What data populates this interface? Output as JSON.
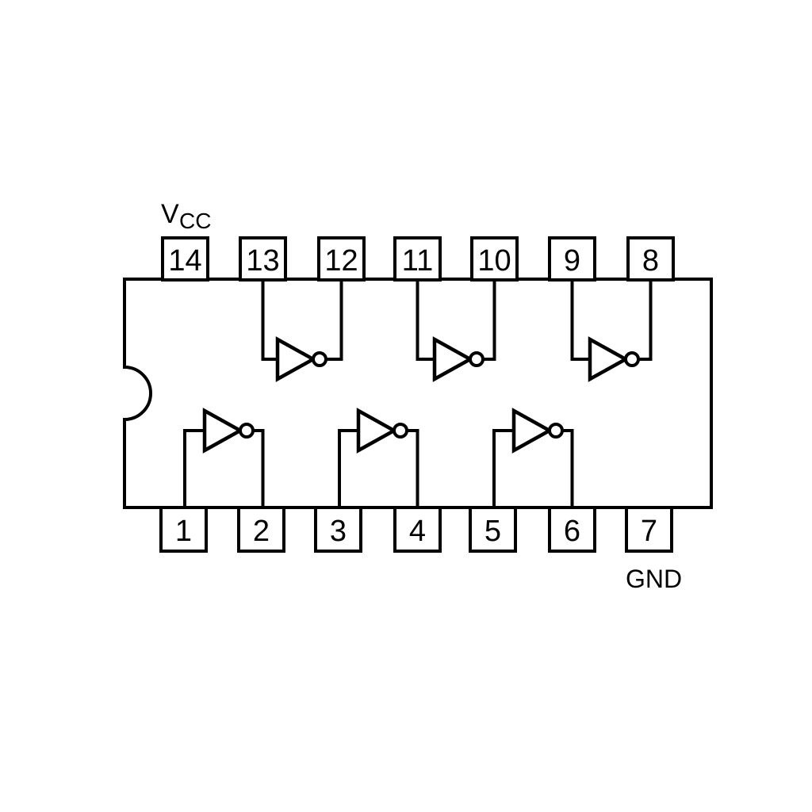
{
  "diagram": {
    "type": "ic-pinout",
    "package": "14-pin dual-in-line, notch on left side",
    "colors": {
      "stroke": "#000000",
      "background": "#ffffff"
    },
    "power_labels": {
      "vcc_letter": "V",
      "vcc_subscript": "CC",
      "gnd": "GND"
    },
    "pins": {
      "top": [
        "14",
        "13",
        "12",
        "11",
        "10",
        "9",
        "8"
      ],
      "bottom": [
        "1",
        "2",
        "3",
        "4",
        "5",
        "6",
        "7"
      ]
    },
    "gates": [
      {
        "gate_type": "inverter",
        "row": "top",
        "input_pin": "13",
        "output_pin": "12"
      },
      {
        "gate_type": "inverter",
        "row": "top",
        "input_pin": "11",
        "output_pin": "10"
      },
      {
        "gate_type": "inverter",
        "row": "top",
        "input_pin": "9",
        "output_pin": "8"
      },
      {
        "gate_type": "inverter",
        "row": "bottom",
        "input_pin": "1",
        "output_pin": "2"
      },
      {
        "gate_type": "inverter",
        "row": "bottom",
        "input_pin": "3",
        "output_pin": "4"
      },
      {
        "gate_type": "inverter",
        "row": "bottom",
        "input_pin": "5",
        "output_pin": "6"
      }
    ]
  }
}
